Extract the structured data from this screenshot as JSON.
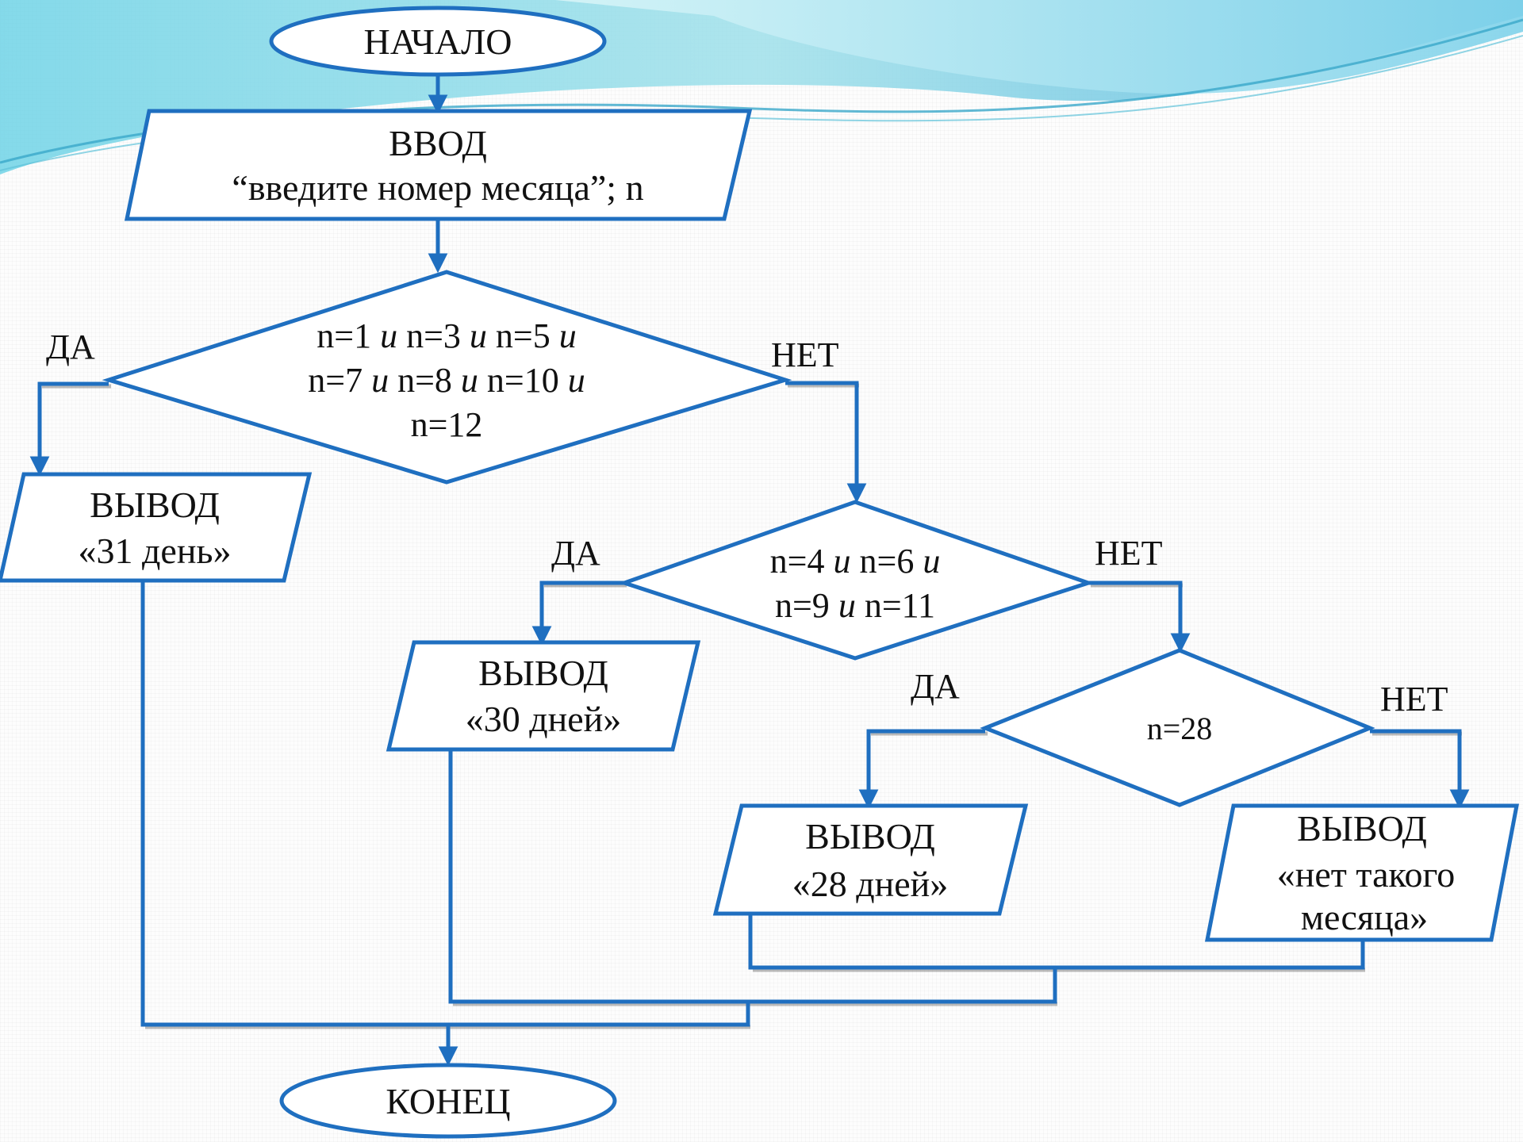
{
  "nodes": {
    "start": "НАЧАЛО",
    "input_title": "ВВОД",
    "input_text": "“введите номер месяца”; n",
    "cond1": {
      "line1": [
        "n=1",
        "и",
        "n=3",
        "и",
        "n=5",
        "и"
      ],
      "line2": [
        "n=7",
        "и",
        "n=8",
        "и",
        "n=10",
        "и"
      ],
      "line3": "n=12"
    },
    "out31_title": "ВЫВОД",
    "out31_text": "«31 день»",
    "cond2": {
      "line1": [
        "n=4",
        "и",
        "n=6",
        "и"
      ],
      "line2": [
        "n=9",
        "и",
        "n=11"
      ]
    },
    "out30_title": "ВЫВОД",
    "out30_text": "«30 дней»",
    "cond3": "n=28",
    "out28_title": "ВЫВОД",
    "out28_text": "«28 дней»",
    "outnone_title": "ВЫВОД",
    "outnone_line1": "«нет такого",
    "outnone_line2": "месяца»",
    "end": "КОНЕЦ"
  },
  "labels": {
    "yes1": "ДА",
    "no1": "НЕТ",
    "yes2": "ДА",
    "no2": "НЕТ",
    "yes3": "ДА",
    "no3": "НЕТ"
  },
  "colors": {
    "line": "#1f6fc0",
    "wave_light": "#b8ebf1",
    "wave_mid": "#6ccbe0",
    "wave_dark": "#2f9fcf"
  }
}
